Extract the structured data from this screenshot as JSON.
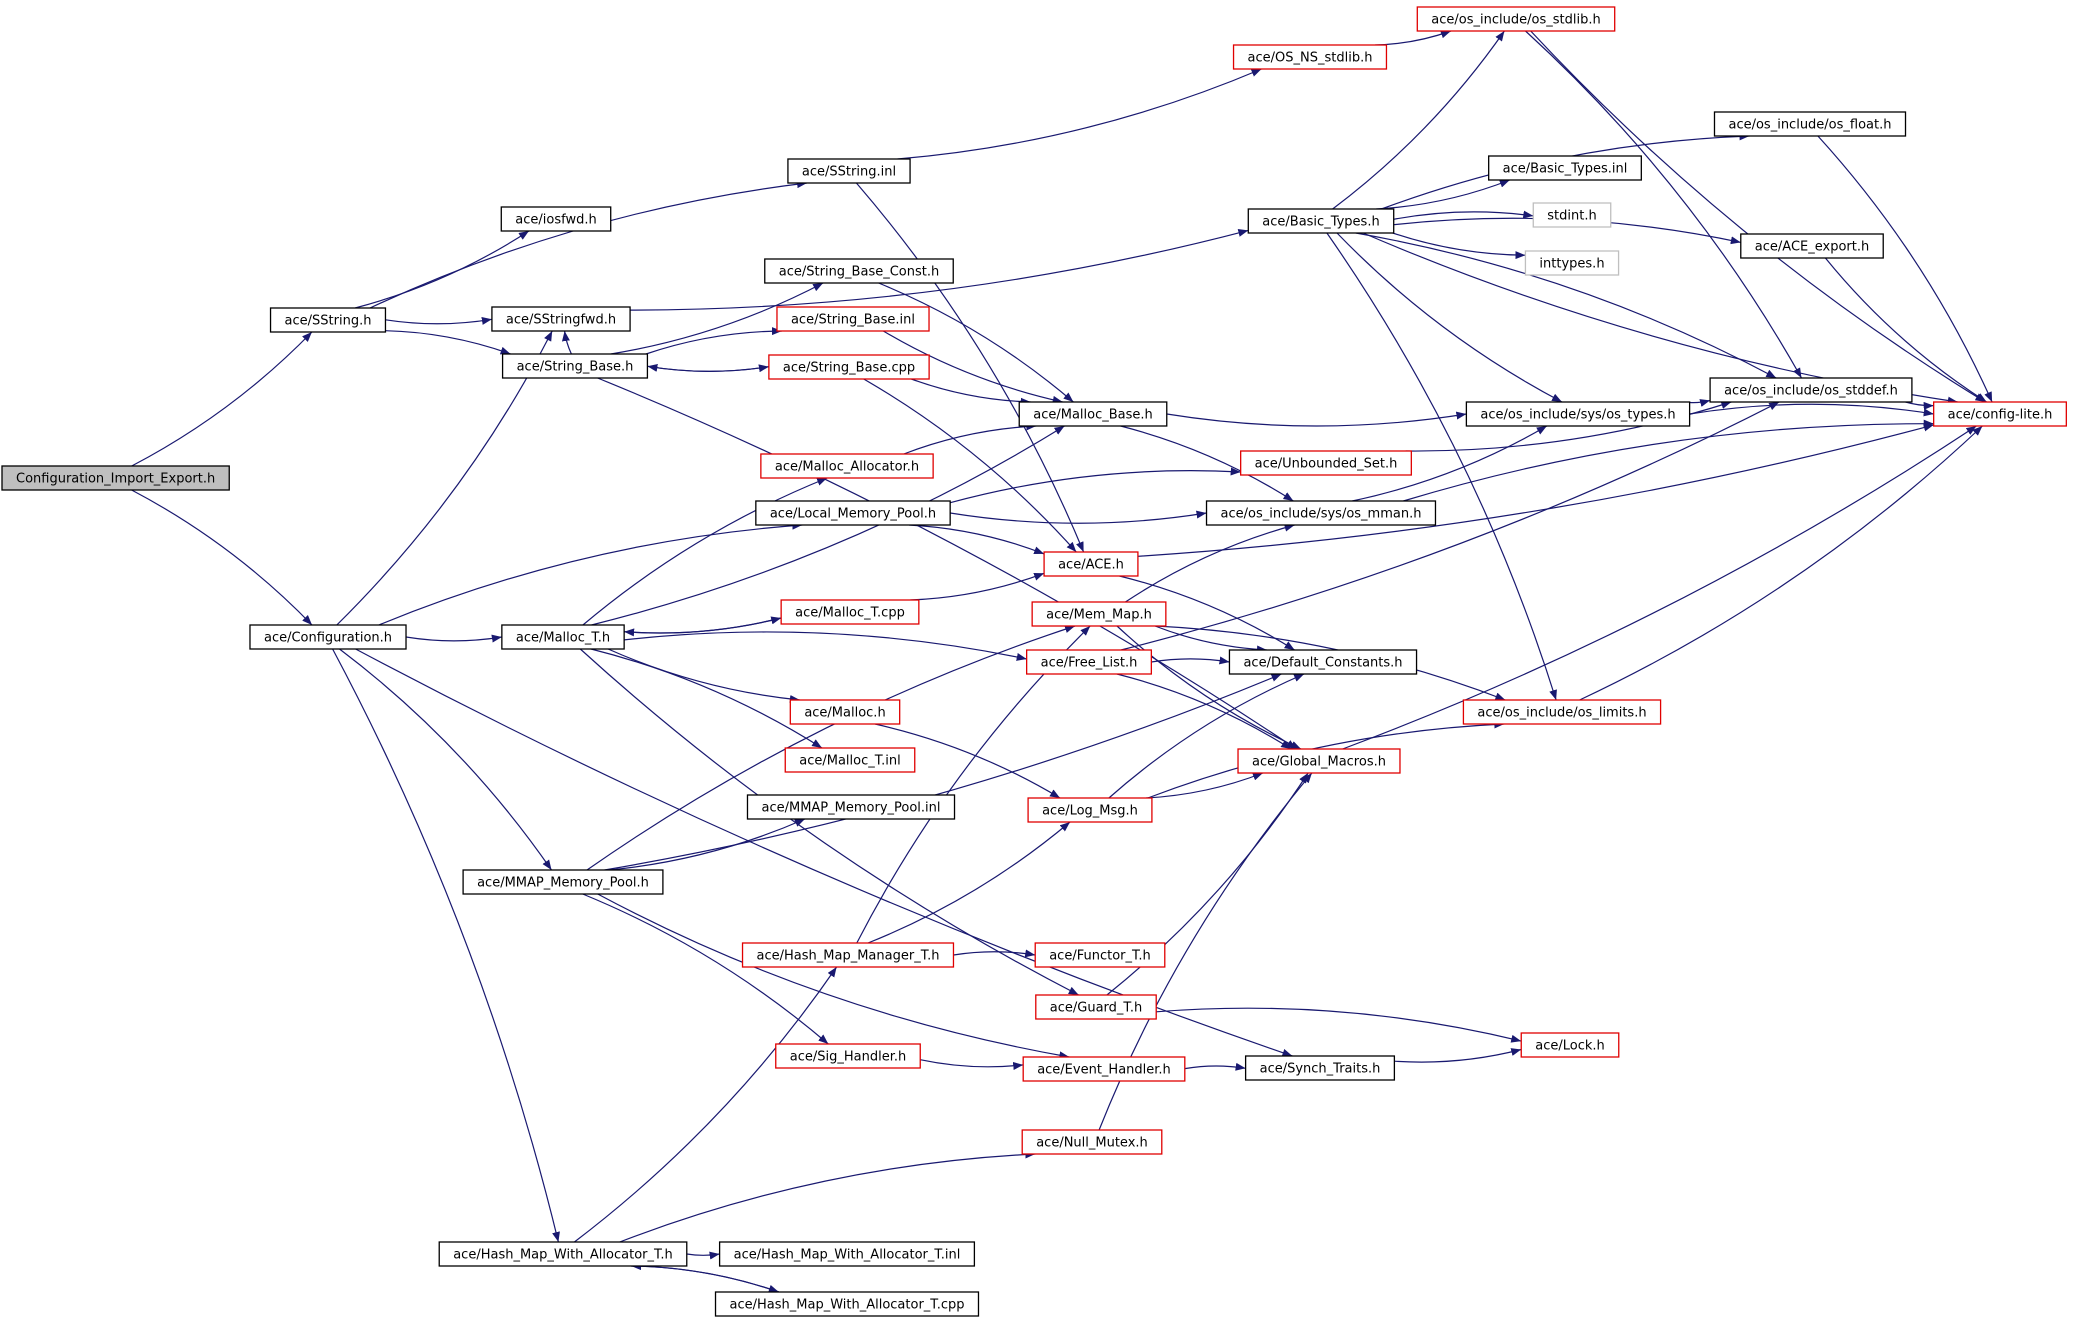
{
  "colors": {
    "edge": "#191970",
    "border_default": "#000000",
    "border_red": "#e00000",
    "border_gray": "#bfbfbf",
    "root_fill": "#bfbfbf",
    "node_fill": "#ffffff"
  },
  "nodes": [
    {
      "id": "n0",
      "label": "Configuration_Import_Export.h",
      "style": "root"
    },
    {
      "id": "n1",
      "label": "ace/SString.h",
      "style": "default"
    },
    {
      "id": "n2",
      "label": "ace/Configuration.h",
      "style": "default"
    },
    {
      "id": "n3",
      "label": "ace/iosfwd.h",
      "style": "default"
    },
    {
      "id": "n4",
      "label": "ace/SString.inl",
      "style": "default"
    },
    {
      "id": "n5",
      "label": "ace/SStringfwd.h",
      "style": "default"
    },
    {
      "id": "n6",
      "label": "ace/String_Base.h",
      "style": "default"
    },
    {
      "id": "n7",
      "label": "ace/OS_NS_stdlib.h",
      "style": "red"
    },
    {
      "id": "n8",
      "label": "ace/os_include/os_stdlib.h",
      "style": "red"
    },
    {
      "id": "n9",
      "label": "ace/os_include/os_float.h",
      "style": "default"
    },
    {
      "id": "n10",
      "label": "ace/Basic_Types.inl",
      "style": "default"
    },
    {
      "id": "n11",
      "label": "ace/Basic_Types.h",
      "style": "default"
    },
    {
      "id": "n12",
      "label": "stdint.h",
      "style": "gray"
    },
    {
      "id": "n13",
      "label": "inttypes.h",
      "style": "gray"
    },
    {
      "id": "n14",
      "label": "ace/ACE_export.h",
      "style": "default"
    },
    {
      "id": "n15",
      "label": "ace/String_Base_Const.h",
      "style": "default"
    },
    {
      "id": "n16",
      "label": "ace/String_Base.inl",
      "style": "red"
    },
    {
      "id": "n17",
      "label": "ace/String_Base.cpp",
      "style": "red"
    },
    {
      "id": "n18",
      "label": "ace/Malloc_Base.h",
      "style": "default"
    },
    {
      "id": "n19",
      "label": "ace/os_include/sys/os_types.h",
      "style": "default"
    },
    {
      "id": "n20",
      "label": "ace/os_include/os_stddef.h",
      "style": "default"
    },
    {
      "id": "n21",
      "label": "ace/config-lite.h",
      "style": "red"
    },
    {
      "id": "n22",
      "label": "ace/Malloc_Allocator.h",
      "style": "red"
    },
    {
      "id": "n23",
      "label": "ace/Unbounded_Set.h",
      "style": "red"
    },
    {
      "id": "n24",
      "label": "ace/Local_Memory_Pool.h",
      "style": "default"
    },
    {
      "id": "n25",
      "label": "ace/os_include/sys/os_mman.h",
      "style": "default"
    },
    {
      "id": "n26",
      "label": "ace/ACE.h",
      "style": "red"
    },
    {
      "id": "n27",
      "label": "ace/Malloc_T.h",
      "style": "default"
    },
    {
      "id": "n28",
      "label": "ace/Malloc_T.cpp",
      "style": "red"
    },
    {
      "id": "n29",
      "label": "ace/Mem_Map.h",
      "style": "red"
    },
    {
      "id": "n30",
      "label": "ace/Free_List.h",
      "style": "red"
    },
    {
      "id": "n31",
      "label": "ace/Default_Constants.h",
      "style": "default"
    },
    {
      "id": "n32",
      "label": "ace/os_include/os_limits.h",
      "style": "red"
    },
    {
      "id": "n33",
      "label": "ace/Malloc.h",
      "style": "red"
    },
    {
      "id": "n34",
      "label": "ace/Malloc_T.inl",
      "style": "red"
    },
    {
      "id": "n35",
      "label": "ace/Global_Macros.h",
      "style": "red"
    },
    {
      "id": "n36",
      "label": "ace/MMAP_Memory_Pool.inl",
      "style": "default"
    },
    {
      "id": "n37",
      "label": "ace/Log_Msg.h",
      "style": "red"
    },
    {
      "id": "n38",
      "label": "ace/MMAP_Memory_Pool.h",
      "style": "default"
    },
    {
      "id": "n39",
      "label": "ace/Hash_Map_Manager_T.h",
      "style": "red"
    },
    {
      "id": "n40",
      "label": "ace/Functor_T.h",
      "style": "red"
    },
    {
      "id": "n41",
      "label": "ace/Guard_T.h",
      "style": "red"
    },
    {
      "id": "n42",
      "label": "ace/Lock.h",
      "style": "red"
    },
    {
      "id": "n43",
      "label": "ace/Sig_Handler.h",
      "style": "red"
    },
    {
      "id": "n44",
      "label": "ace/Event_Handler.h",
      "style": "red"
    },
    {
      "id": "n45",
      "label": "ace/Synch_Traits.h",
      "style": "default"
    },
    {
      "id": "n46",
      "label": "ace/Null_Mutex.h",
      "style": "red"
    },
    {
      "id": "n47",
      "label": "ace/Hash_Map_With_Allocator_T.h",
      "style": "default"
    },
    {
      "id": "n48",
      "label": "ace/Hash_Map_With_Allocator_T.inl",
      "style": "default"
    },
    {
      "id": "n49",
      "label": "ace/Hash_Map_With_Allocator_T.cpp",
      "style": "default"
    }
  ],
  "edges": [
    [
      "n0",
      "n1"
    ],
    [
      "n0",
      "n2"
    ],
    [
      "n1",
      "n3"
    ],
    [
      "n1",
      "n4"
    ],
    [
      "n1",
      "n5"
    ],
    [
      "n1",
      "n6"
    ],
    [
      "n4",
      "n7"
    ],
    [
      "n4",
      "n26"
    ],
    [
      "n5",
      "n11"
    ],
    [
      "n6",
      "n5"
    ],
    [
      "n6",
      "n15"
    ],
    [
      "n6",
      "n16"
    ],
    [
      "n6",
      "n17"
    ],
    [
      "n6",
      "n35"
    ],
    [
      "n7",
      "n8"
    ],
    [
      "n8",
      "n20"
    ],
    [
      "n8",
      "n21"
    ],
    [
      "n9",
      "n21"
    ],
    [
      "n11",
      "n8"
    ],
    [
      "n11",
      "n9"
    ],
    [
      "n11",
      "n10"
    ],
    [
      "n11",
      "n12"
    ],
    [
      "n11",
      "n13"
    ],
    [
      "n11",
      "n14"
    ],
    [
      "n11",
      "n19"
    ],
    [
      "n11",
      "n20"
    ],
    [
      "n11",
      "n21"
    ],
    [
      "n11",
      "n32"
    ],
    [
      "n14",
      "n21"
    ],
    [
      "n15",
      "n18"
    ],
    [
      "n16",
      "n18"
    ],
    [
      "n17",
      "n6"
    ],
    [
      "n17",
      "n18"
    ],
    [
      "n17",
      "n26"
    ],
    [
      "n18",
      "n19"
    ],
    [
      "n18",
      "n25"
    ],
    [
      "n19",
      "n20"
    ],
    [
      "n19",
      "n21"
    ],
    [
      "n20",
      "n21"
    ],
    [
      "n22",
      "n18"
    ],
    [
      "n23",
      "n20"
    ],
    [
      "n24",
      "n23"
    ],
    [
      "n24",
      "n25"
    ],
    [
      "n24",
      "n26"
    ],
    [
      "n25",
      "n19"
    ],
    [
      "n25",
      "n21"
    ],
    [
      "n26",
      "n21"
    ],
    [
      "n26",
      "n31"
    ],
    [
      "n2",
      "n5"
    ],
    [
      "n2",
      "n24"
    ],
    [
      "n2",
      "n27"
    ],
    [
      "n2",
      "n38"
    ],
    [
      "n2",
      "n45"
    ],
    [
      "n2",
      "n47"
    ],
    [
      "n27",
      "n18"
    ],
    [
      "n27",
      "n22"
    ],
    [
      "n27",
      "n28"
    ],
    [
      "n27",
      "n30"
    ],
    [
      "n27",
      "n33"
    ],
    [
      "n27",
      "n34"
    ],
    [
      "n27",
      "n41"
    ],
    [
      "n28",
      "n27"
    ],
    [
      "n28",
      "n26"
    ],
    [
      "n29",
      "n25"
    ],
    [
      "n29",
      "n31"
    ],
    [
      "n29",
      "n32"
    ],
    [
      "n29",
      "n35"
    ],
    [
      "n30",
      "n31"
    ],
    [
      "n30",
      "n20"
    ],
    [
      "n30",
      "n35"
    ],
    [
      "n32",
      "n21"
    ],
    [
      "n33",
      "n37"
    ],
    [
      "n35",
      "n21"
    ],
    [
      "n37",
      "n31"
    ],
    [
      "n37",
      "n35"
    ],
    [
      "n37",
      "n32"
    ],
    [
      "n38",
      "n36"
    ],
    [
      "n38",
      "n29"
    ],
    [
      "n38",
      "n31"
    ],
    [
      "n38",
      "n43"
    ],
    [
      "n38",
      "n44"
    ],
    [
      "n39",
      "n40"
    ],
    [
      "n39",
      "n37"
    ],
    [
      "n39",
      "n29"
    ],
    [
      "n41",
      "n35"
    ],
    [
      "n41",
      "n42"
    ],
    [
      "n43",
      "n44"
    ],
    [
      "n44",
      "n45"
    ],
    [
      "n45",
      "n42"
    ],
    [
      "n46",
      "n35"
    ],
    [
      "n47",
      "n48"
    ],
    [
      "n47",
      "n49"
    ],
    [
      "n47",
      "n39"
    ],
    [
      "n47",
      "n46"
    ],
    [
      "n49",
      "n47"
    ]
  ]
}
